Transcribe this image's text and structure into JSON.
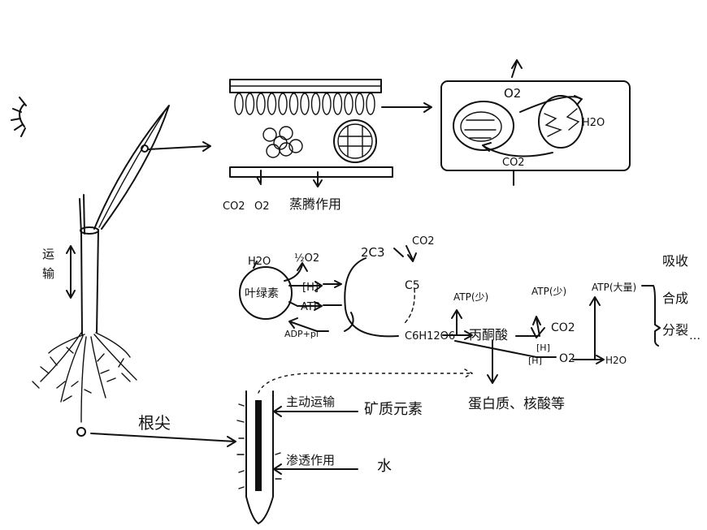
{
  "labels": {
    "transport": "运输",
    "root_tip": "根尖",
    "transpiration": "蒸腾作用",
    "co2_leaf": "CO2",
    "o2_leaf": "O2",
    "o2_top": "O2",
    "h2o_mito": "H2O",
    "co2_cell": "CO2",
    "h2o_in": "H2O",
    "half_o2": "½O2",
    "h_light": "[H]",
    "chlorophyll": "叶绿素",
    "atp_light": "ATP",
    "adp_pi": "ADP+pi",
    "two_c3": "2C3",
    "co2_calvin": "CO2",
    "c5": "C5",
    "glucose": "C6H12O6",
    "pyruvate": "丙酮酸",
    "atp_small_1": "ATP(少)",
    "atp_small_2": "ATP(少)",
    "co2_resp": "CO2",
    "h_resp_1": "[H]",
    "h_resp_2": "[H]",
    "o2_resp": "O2",
    "h2o_resp": "H2O",
    "atp_large": "ATP(大量)",
    "absorb": "吸收",
    "synthesis": "合成",
    "division": "分裂",
    "ellipsis": "…",
    "protein": "蛋白质、核酸等",
    "active_transport": "主动运输",
    "minerals": "矿质元素",
    "osmosis": "渗透作用",
    "water": "水"
  }
}
